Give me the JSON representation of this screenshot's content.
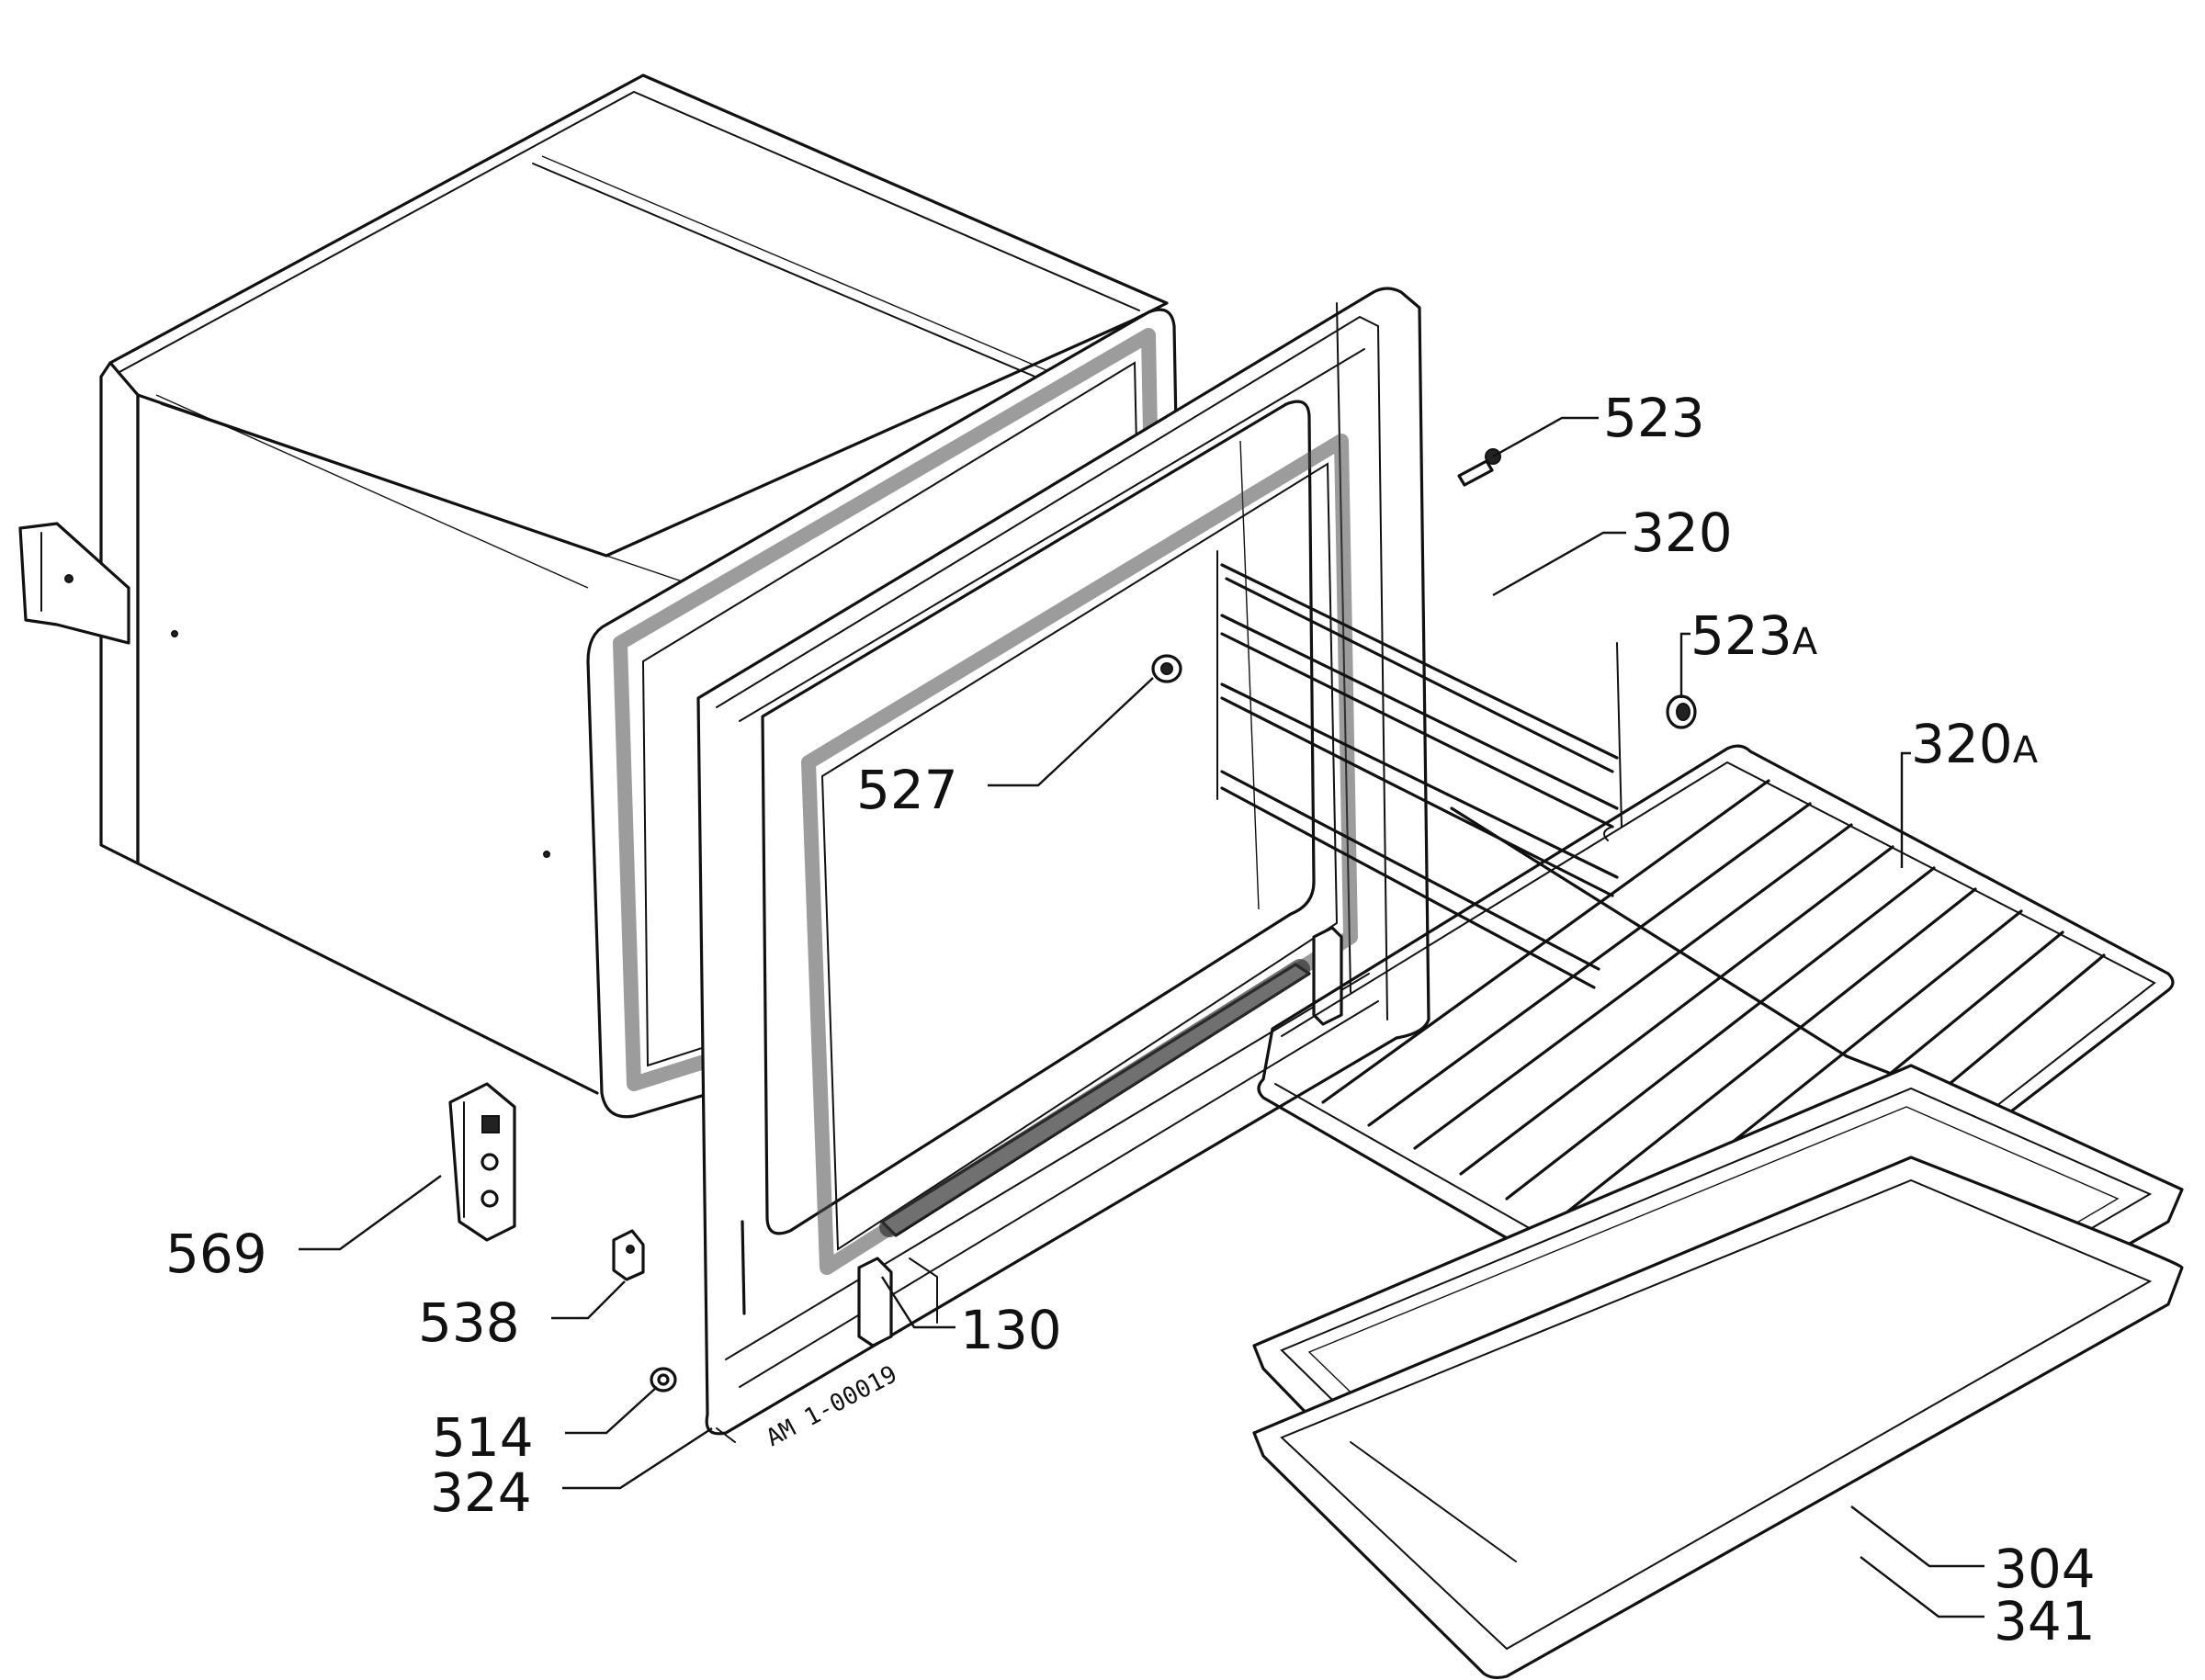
{
  "diagram": {
    "drawing_code": "AM 1-00019",
    "parts": [
      {
        "id": "p523",
        "label": "523"
      },
      {
        "id": "p320",
        "label": "320"
      },
      {
        "id": "p523a",
        "label": "523",
        "suffix": "A"
      },
      {
        "id": "p320a",
        "label": "320",
        "suffix": "A"
      },
      {
        "id": "p527",
        "label": "527"
      },
      {
        "id": "p569",
        "label": "569"
      },
      {
        "id": "p538",
        "label": "538"
      },
      {
        "id": "p514",
        "label": "514"
      },
      {
        "id": "p324",
        "label": "324"
      },
      {
        "id": "p130",
        "label": "130"
      },
      {
        "id": "p304",
        "label": "304"
      },
      {
        "id": "p341",
        "label": "341"
      }
    ]
  }
}
